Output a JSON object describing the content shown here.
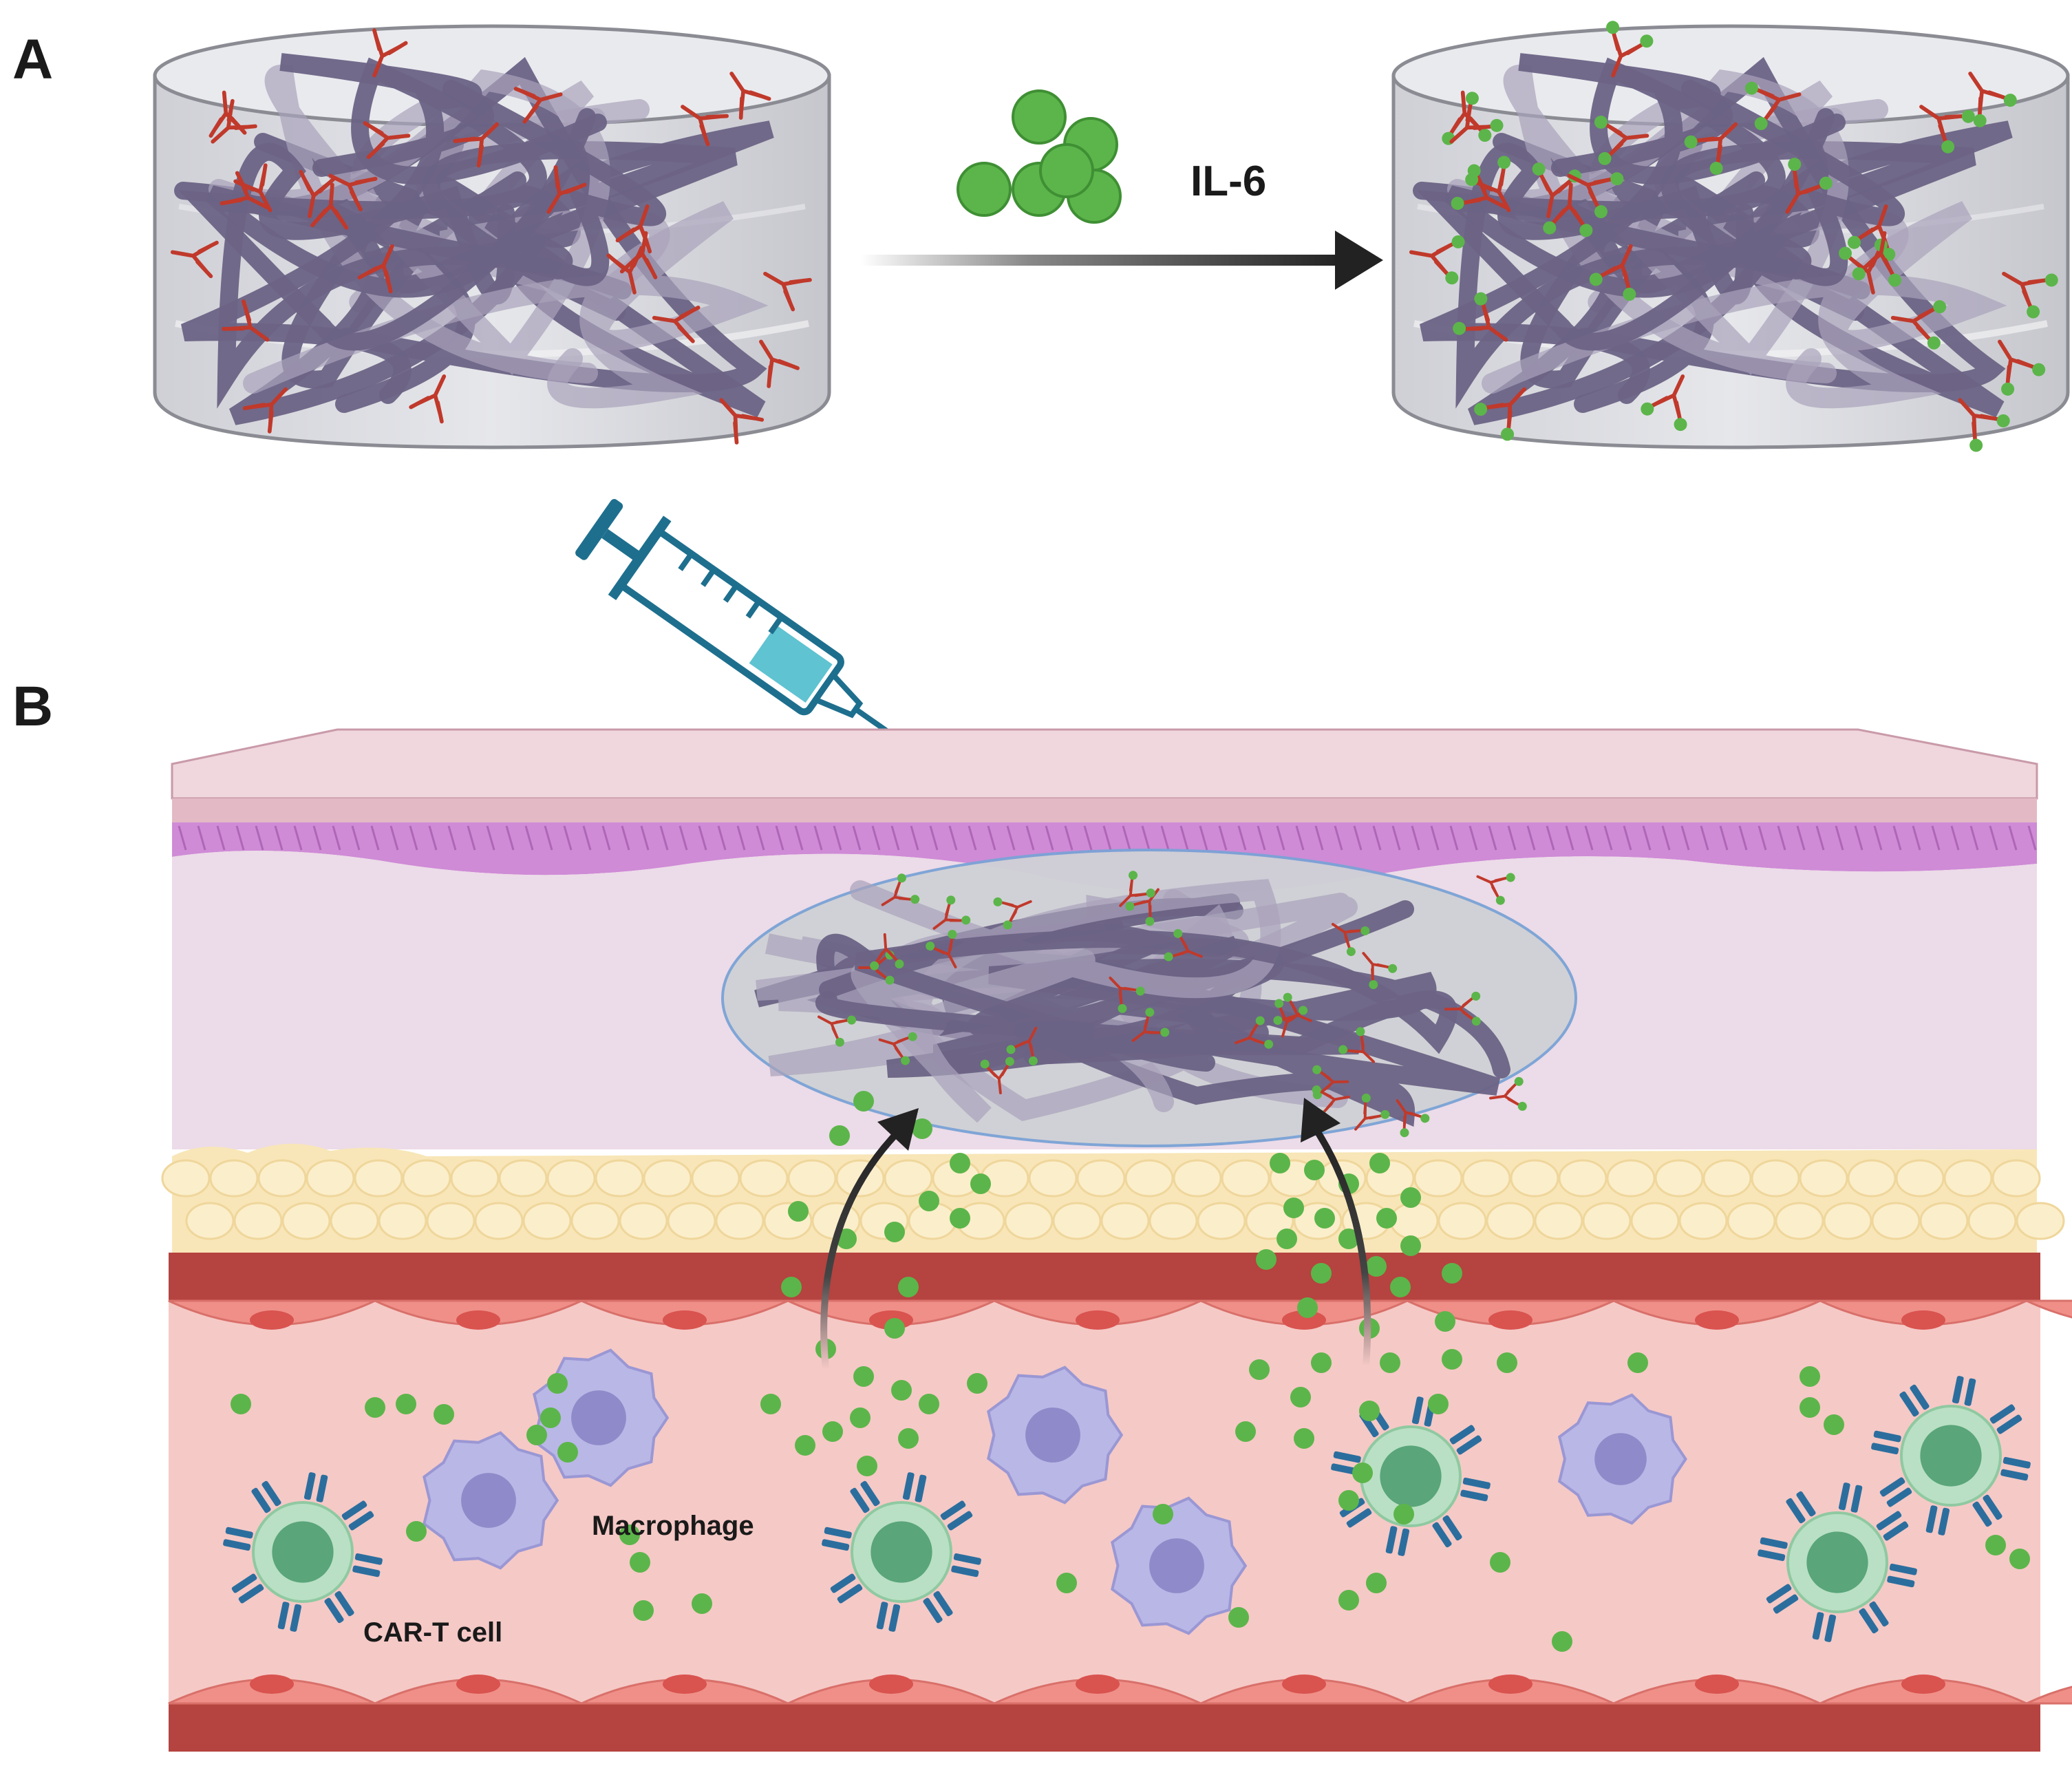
{
  "panels": {
    "a": "A",
    "b": "B"
  },
  "labels": {
    "il6": "IL-6",
    "macrophage": "Macrophage",
    "cart": "CAR-T cell"
  },
  "colors": {
    "cytokine": "#5cb54a",
    "cytokine_stroke": "#3f8f34",
    "antibody": "#c0392b",
    "polymer": "#6b6385",
    "polymer_light": "#a9a2bb",
    "gel": "#d9dadf",
    "syringe": "#1e6f8e",
    "syringe_fluid": "#5fc3d1",
    "epidermis": "#e9c9d3",
    "epidermis_cells": "#cf8bd6",
    "dermis": "#ecdbe8",
    "fat": "#f8e6b8",
    "vessel_wall": "#b5433f",
    "endothelium": "#ef8f88",
    "blood": "#f5c9c6",
    "macrophage": "#b9b7e6",
    "macrophage_nucleus": "#8f8ac9",
    "tcell": "#b9e0c4",
    "tcell_nucleus": "#5aa57a",
    "car_receptor": "#2b6e9e",
    "arrow": "#222222"
  },
  "icons": [
    "syringe-icon",
    "cytokine-cluster-icon",
    "antibody-icon",
    "macrophage-icon",
    "car-t-cell-icon",
    "hydrogel-icon"
  ]
}
